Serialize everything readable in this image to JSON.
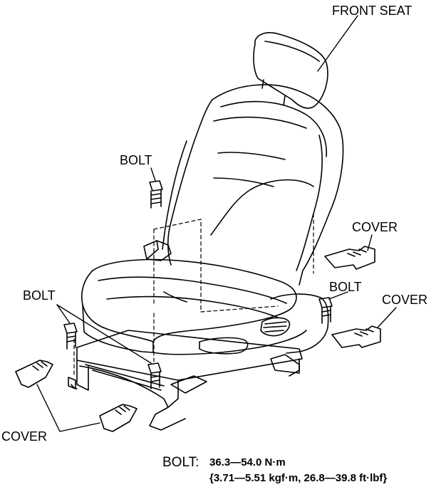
{
  "labels": {
    "front_seat": "FRONT SEAT",
    "bolt_top": "BOLT",
    "bolt_left": "BOLT",
    "bolt_right": "BOLT",
    "cover_right_top": "COVER",
    "cover_right_mid": "COVER",
    "cover_bottom_left": "COVER"
  },
  "torque_spec": {
    "name": "BOLT:",
    "value_nm": "36.3—54.0 N·m",
    "value_alt": "{3.71—5.51 kgf·m, 26.8—39.8 ft·lbf}"
  },
  "colors": {
    "line": "#000000",
    "background": "#ffffff"
  }
}
